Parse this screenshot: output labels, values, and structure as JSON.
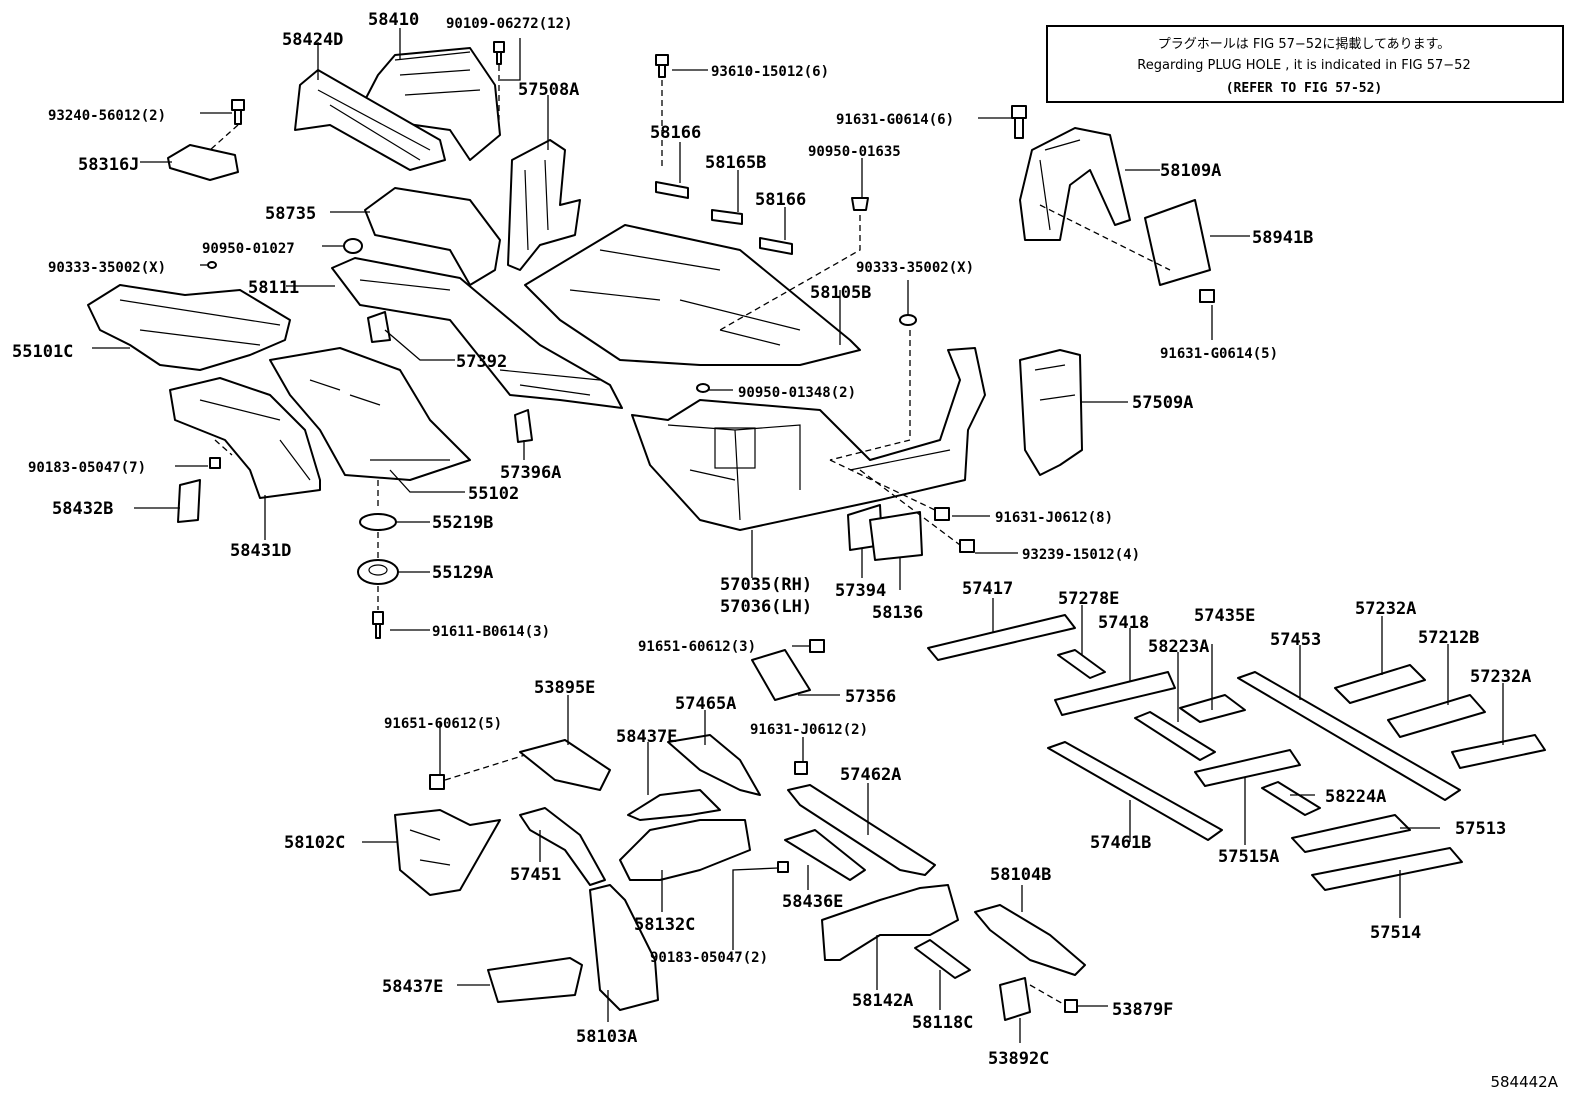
{
  "note": {
    "line1": "プラグホールは FIG  57−52に掲載してあります。",
    "line2": "Regarding  PLUG  HOLE , it is indicated in FIG  57−52",
    "line3": "(REFER TO FIG 57-52)"
  },
  "figure_id": "584442A",
  "callouts": [
    "58410",
    "90109-06272(12)",
    "58424D",
    "93240-56012(2)",
    "58316J",
    "93610-15012(6)",
    "57508A",
    "58166",
    "58165B",
    "58166",
    "90950-01635",
    "91631-G0614(6)",
    "58109A",
    "58941B",
    "58735",
    "90950-01027",
    "90333-35002(X)",
    "58111",
    "55101C",
    "57392",
    "58105B",
    "90333-35002(X)",
    "91631-G0614(5)",
    "90950-01348(2)",
    "57509A",
    "57396A",
    "90183-05047(7)",
    "58432B",
    "55102",
    "58431D",
    "55219B",
    "55129A",
    "91611-B0614(3)",
    "57035(RH)",
    "57036(LH)",
    "57394",
    "58136",
    "91631-J0612(8)",
    "93239-15012(4)",
    "57417",
    "57278E",
    "57418",
    "57435E",
    "58223A",
    "57453",
    "57232A",
    "57212B",
    "57232A",
    "91651-60612(3)",
    "57356",
    "53895E",
    "57465A",
    "91651-60612(5)",
    "58437E",
    "91631-J0612(2)",
    "57462A",
    "58224A",
    "57513",
    "58102C",
    "57451",
    "58132C",
    "58436E",
    "57461B",
    "57515A",
    "58104B",
    "57514",
    "90183-05047(2)",
    "58437E",
    "58103A",
    "58142A",
    "58118C",
    "53879F",
    "53892C"
  ]
}
